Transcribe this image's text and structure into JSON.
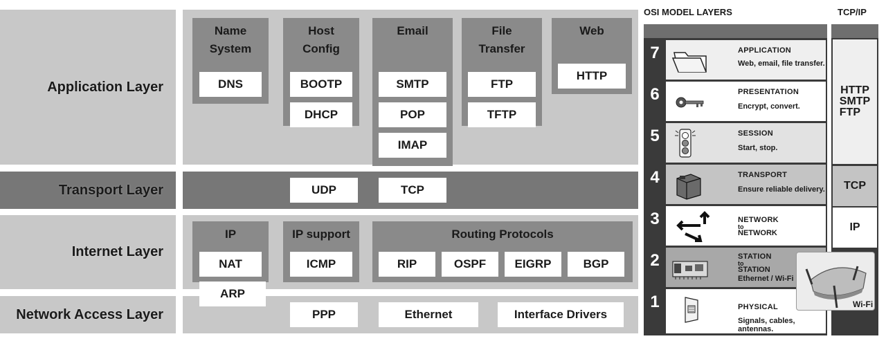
{
  "tcpip_stack": {
    "application": {
      "label": "Application Layer",
      "groups": [
        {
          "title": "Name System",
          "protocols": [
            "DNS"
          ]
        },
        {
          "title": "Host Config",
          "protocols": [
            "BOOTP",
            "DHCP"
          ]
        },
        {
          "title": "Email",
          "protocols": [
            "SMTP",
            "POP",
            "IMAP"
          ]
        },
        {
          "title": "File Transfer",
          "protocols": [
            "FTP",
            "TFTP"
          ]
        },
        {
          "title": "Web",
          "protocols": [
            "HTTP"
          ]
        }
      ]
    },
    "transport": {
      "label": "Transport Layer",
      "protocols": [
        "UDP",
        "TCP"
      ]
    },
    "internet": {
      "label": "Internet Layer",
      "groups": [
        {
          "title": "IP",
          "protocols": [
            "NAT",
            "ARP"
          ]
        },
        {
          "title": "IP support",
          "protocols": [
            "ICMP"
          ]
        },
        {
          "title": "Routing Protocols",
          "protocols": [
            "RIP",
            "OSPF",
            "EIGRP",
            "BGP"
          ]
        }
      ]
    },
    "network_access": {
      "label": "Network Access Layer",
      "protocols": [
        "PPP",
        "Ethernet",
        "Interface Drivers"
      ]
    }
  },
  "osi": {
    "header": "OSI MODEL LAYERS",
    "tcpip_header": "TCP/IP",
    "layers": [
      {
        "number": "7",
        "name": "APPLICATION",
        "desc": "Web, email, file transfer.",
        "icon": "folder-icon"
      },
      {
        "number": "6",
        "name": "PRESENTATION",
        "desc": "Encrypt, convert.",
        "icon": "key-icon"
      },
      {
        "number": "5",
        "name": "SESSION",
        "desc": "Start, stop.",
        "icon": "traffic-light-icon"
      },
      {
        "number": "4",
        "name": "TRANSPORT",
        "desc": "Ensure reliable delivery.",
        "icon": "package-icon"
      },
      {
        "number": "3",
        "name": "NETWORK",
        "sub": "to",
        "name2": "NETWORK",
        "icon": "arrows-icon"
      },
      {
        "number": "2",
        "name": "STATION",
        "sub": "to",
        "name2": "STATION",
        "desc": "Ethernet / Wi-Fi",
        "icon": "network-card-icon"
      },
      {
        "number": "1",
        "name": "PHYSICAL",
        "desc": "Signals, cables, antennas.",
        "icon": "cable-jack-icon"
      }
    ],
    "tcpip_map": {
      "application": [
        "HTTP",
        "SMTP",
        "FTP"
      ],
      "transport": "TCP",
      "internet": "IP"
    },
    "wifi_label": "Wi-Fi"
  },
  "colors": {
    "light_band": "#c8c8c8",
    "dark_band": "#777777",
    "group_box": "#8a8a8a",
    "osi_frame": "#3a3a3a"
  }
}
